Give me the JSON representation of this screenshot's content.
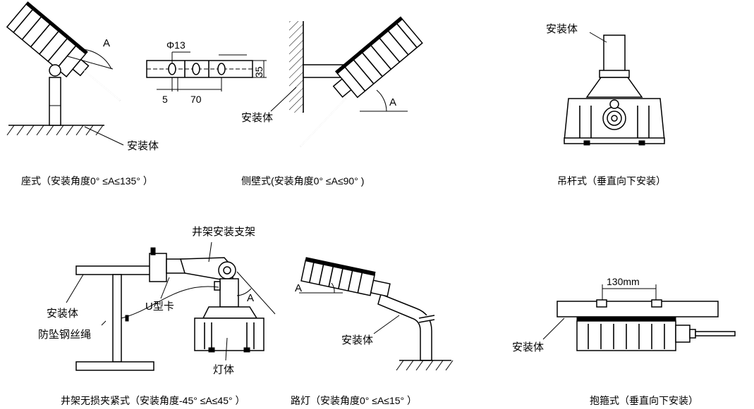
{
  "labels": {
    "mount_body": "安装体",
    "angle": "A",
    "phi13": "Φ13",
    "dim_5": "5",
    "dim_70": "70",
    "dim_35": "35",
    "derrick_bracket": "井架安装支架",
    "u_clamp": "U型卡",
    "safety_rope": "防坠钢丝绳",
    "lamp_body": "灯体",
    "dim_130mm": "130mm"
  },
  "captions": {
    "seat": "座式（安装角度0° ≤A≤135° ）",
    "side_wall": "侧壁式(安装角度0° ≤A≤90° )",
    "pendant": "吊杆式（垂直向下安装）",
    "derrick": "井架无损夹紧式（安装角度-45° ≤A≤45° ）",
    "street": "路灯（安装角度0° ≤A≤15° ）",
    "hoop": "抱箍式（垂直向下安装）"
  }
}
